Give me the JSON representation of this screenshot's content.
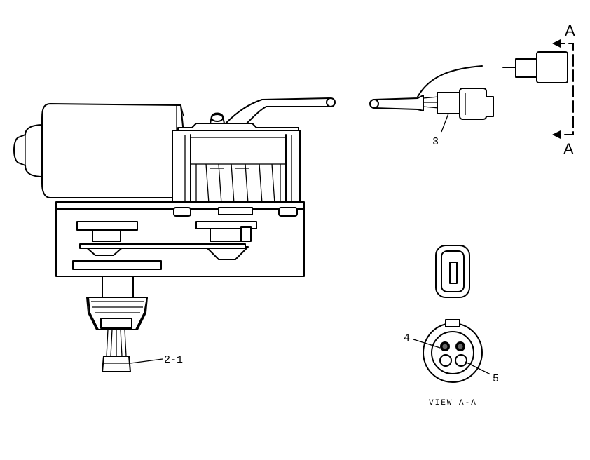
{
  "callouts": {
    "c1": "2-1",
    "c2": "3",
    "c3": "4",
    "c4": "5"
  },
  "section_marker": {
    "top": "A",
    "bottom": "A"
  },
  "view_caption": "VIEW A-A"
}
